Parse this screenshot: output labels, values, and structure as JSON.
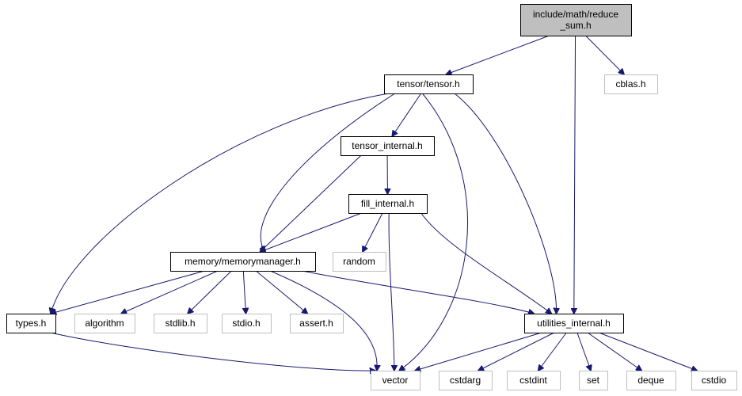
{
  "graph": {
    "title": "include/math/reduce_sum.h",
    "colors": {
      "edge": "#191970",
      "root_fill": "#bfbfbf",
      "external_border": "#bfbfbf",
      "node_border": "#000000"
    },
    "nodes": [
      {
        "id": "reduce_sum",
        "lines": [
          "include/math/reduce",
          "_sum.h"
        ],
        "kind": "root"
      },
      {
        "id": "tensor",
        "lines": [
          "tensor/tensor.h"
        ],
        "kind": "internal"
      },
      {
        "id": "cblas",
        "lines": [
          "cblas.h"
        ],
        "kind": "external"
      },
      {
        "id": "tensor_internal",
        "lines": [
          "tensor_internal.h"
        ],
        "kind": "internal"
      },
      {
        "id": "fill_internal",
        "lines": [
          "fill_internal.h"
        ],
        "kind": "internal"
      },
      {
        "id": "memorymanager",
        "lines": [
          "memory/memorymanager.h"
        ],
        "kind": "internal"
      },
      {
        "id": "random",
        "lines": [
          "random"
        ],
        "kind": "external"
      },
      {
        "id": "types",
        "lines": [
          "types.h"
        ],
        "kind": "internal"
      },
      {
        "id": "algorithm",
        "lines": [
          "algorithm"
        ],
        "kind": "external"
      },
      {
        "id": "stdlib",
        "lines": [
          "stdlib.h"
        ],
        "kind": "external"
      },
      {
        "id": "stdio",
        "lines": [
          "stdio.h"
        ],
        "kind": "external"
      },
      {
        "id": "assert",
        "lines": [
          "assert.h"
        ],
        "kind": "external"
      },
      {
        "id": "utilities_internal",
        "lines": [
          "utilities_internal.h"
        ],
        "kind": "internal"
      },
      {
        "id": "vector",
        "lines": [
          "vector"
        ],
        "kind": "external"
      },
      {
        "id": "cstdarg",
        "lines": [
          "cstdarg"
        ],
        "kind": "external"
      },
      {
        "id": "cstdint",
        "lines": [
          "cstdint"
        ],
        "kind": "external"
      },
      {
        "id": "set",
        "lines": [
          "set"
        ],
        "kind": "external"
      },
      {
        "id": "deque",
        "lines": [
          "deque"
        ],
        "kind": "external"
      },
      {
        "id": "cstdio",
        "lines": [
          "cstdio"
        ],
        "kind": "external"
      }
    ],
    "edges": [
      {
        "from": "reduce_sum",
        "to": "tensor"
      },
      {
        "from": "reduce_sum",
        "to": "cblas"
      },
      {
        "from": "reduce_sum",
        "to": "utilities_internal"
      },
      {
        "from": "tensor",
        "to": "tensor_internal"
      },
      {
        "from": "tensor",
        "to": "memorymanager"
      },
      {
        "from": "tensor",
        "to": "types"
      },
      {
        "from": "tensor",
        "to": "vector"
      },
      {
        "from": "tensor",
        "to": "utilities_internal"
      },
      {
        "from": "tensor_internal",
        "to": "fill_internal"
      },
      {
        "from": "tensor_internal",
        "to": "memorymanager"
      },
      {
        "from": "fill_internal",
        "to": "memorymanager"
      },
      {
        "from": "fill_internal",
        "to": "random"
      },
      {
        "from": "fill_internal",
        "to": "vector"
      },
      {
        "from": "fill_internal",
        "to": "utilities_internal"
      },
      {
        "from": "memorymanager",
        "to": "types"
      },
      {
        "from": "memorymanager",
        "to": "algorithm"
      },
      {
        "from": "memorymanager",
        "to": "stdlib"
      },
      {
        "from": "memorymanager",
        "to": "stdio"
      },
      {
        "from": "memorymanager",
        "to": "assert"
      },
      {
        "from": "memorymanager",
        "to": "vector"
      },
      {
        "from": "memorymanager",
        "to": "utilities_internal"
      },
      {
        "from": "types",
        "to": "vector"
      },
      {
        "from": "utilities_internal",
        "to": "vector"
      },
      {
        "from": "utilities_internal",
        "to": "cstdarg"
      },
      {
        "from": "utilities_internal",
        "to": "cstdint"
      },
      {
        "from": "utilities_internal",
        "to": "set"
      },
      {
        "from": "utilities_internal",
        "to": "deque"
      },
      {
        "from": "utilities_internal",
        "to": "cstdio"
      }
    ]
  }
}
